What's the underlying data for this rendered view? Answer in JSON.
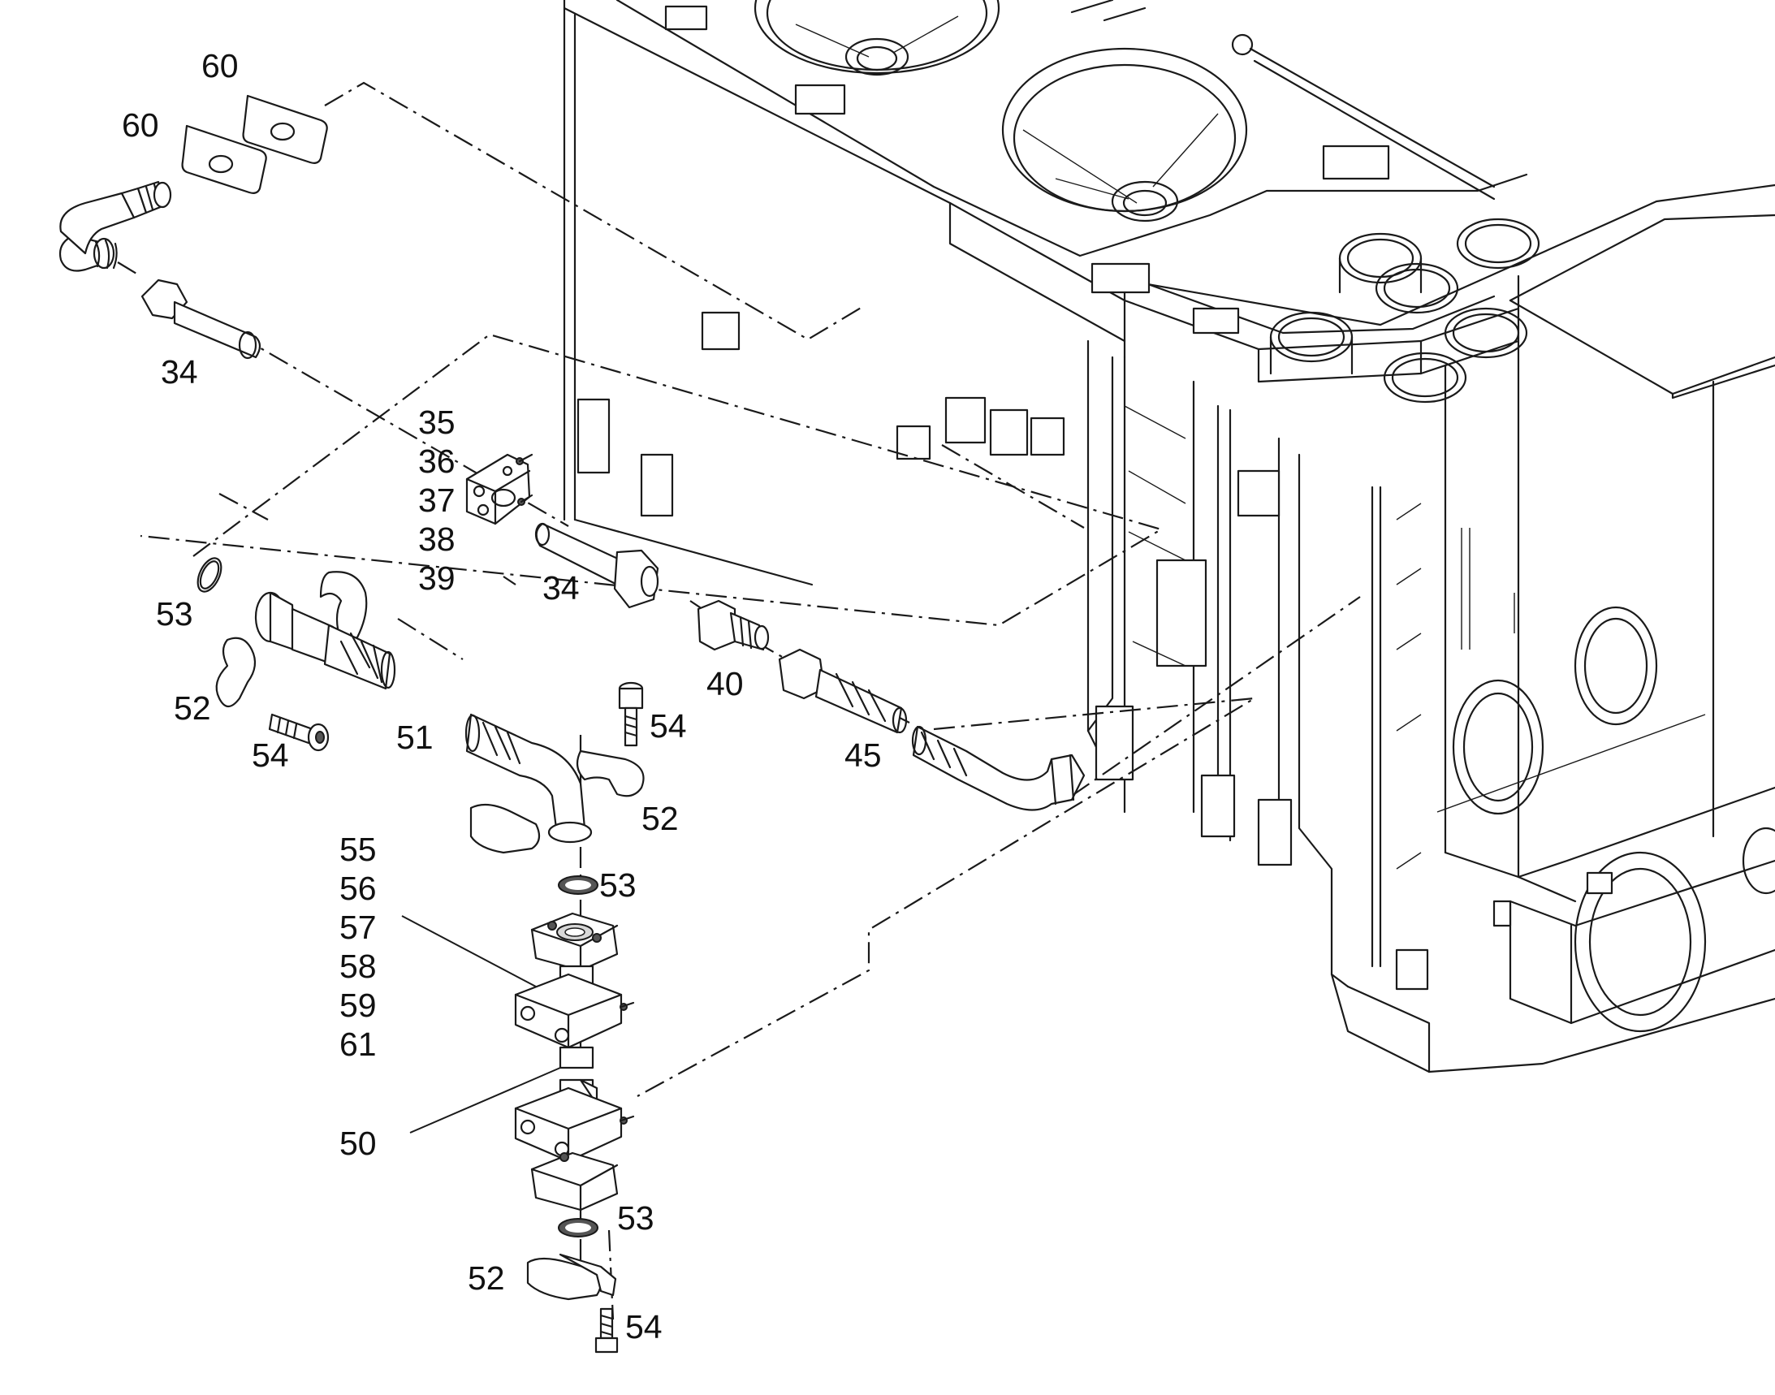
{
  "diagram": {
    "callouts": {
      "c60a": "60",
      "c60b": "60",
      "c34a": "34",
      "c35": "35",
      "c36": "36",
      "c37": "37",
      "c38": "38",
      "c39": "39",
      "c34b": "34",
      "c53a": "53",
      "c52a": "52",
      "c54a": "54",
      "c51": "51",
      "c54b": "54",
      "c40": "40",
      "c45": "45",
      "c52b": "52",
      "c53b": "53",
      "c55": "55",
      "c56": "56",
      "c57": "57",
      "c58": "58",
      "c59": "59",
      "c61": "61",
      "c50": "50",
      "c53c": "53",
      "c52c": "52",
      "c54c": "54"
    },
    "colors": {
      "line": "#1a1a1a",
      "background": "#ffffff",
      "shade": "#d8d8d8"
    }
  }
}
